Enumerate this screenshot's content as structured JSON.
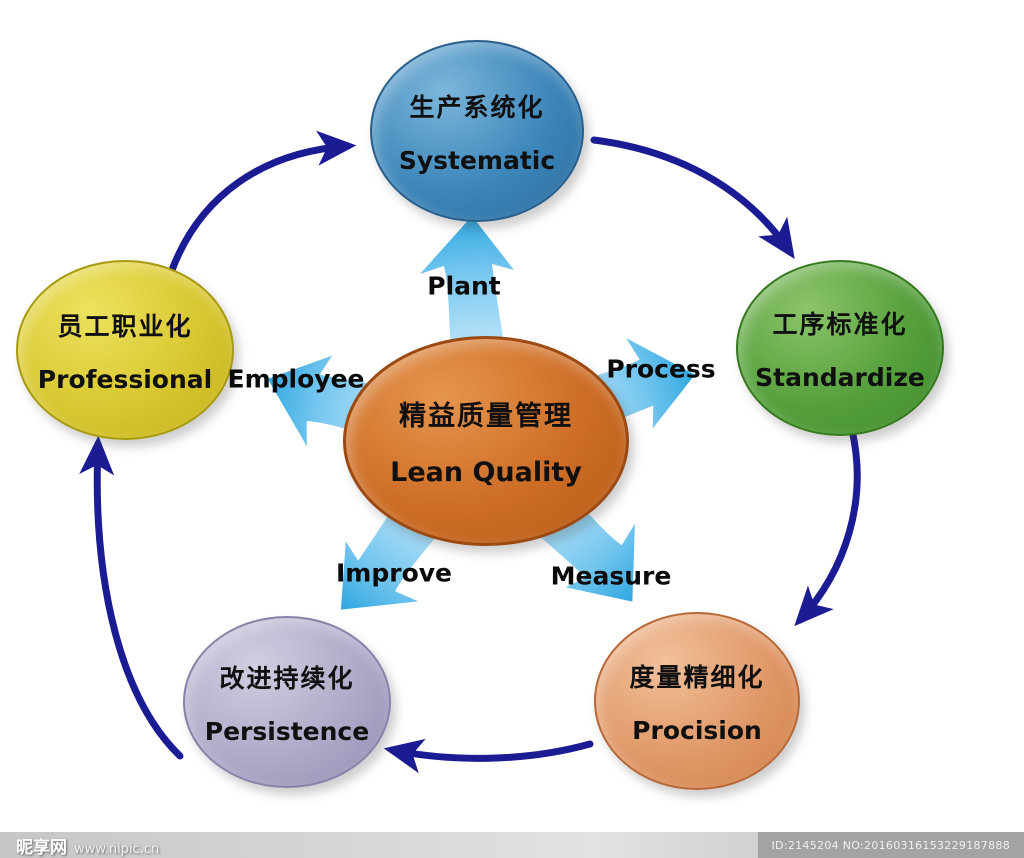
{
  "diagram": {
    "center": {
      "zh": "精益质量管理",
      "en": "Lean Quality"
    },
    "nodes": [
      {
        "zh": "生产系统化",
        "en": "Systematic",
        "color": "#3c86ba"
      },
      {
        "zh": "工序标准化",
        "en": "Standardize",
        "color": "#55a03c"
      },
      {
        "zh": "度量精细化",
        "en": "Procision",
        "color": "#e09868"
      },
      {
        "zh": "改进持续化",
        "en": "Persistence",
        "color": "#b0a9c9"
      },
      {
        "zh": "员工职业化",
        "en": "Professional",
        "color": "#d8c730"
      }
    ],
    "spokes": [
      "Plant",
      "Process",
      "Measure",
      "Improve",
      "Employee"
    ],
    "cycle_arrow_color": "#1b1b94",
    "spoke_arrow_color": "#2aa6e2"
  },
  "footer": {
    "watermark_site": "昵享网",
    "watermark_url": "www.nipic.cn",
    "id_text": "ID:2145204 NO:20160316153229187888"
  }
}
